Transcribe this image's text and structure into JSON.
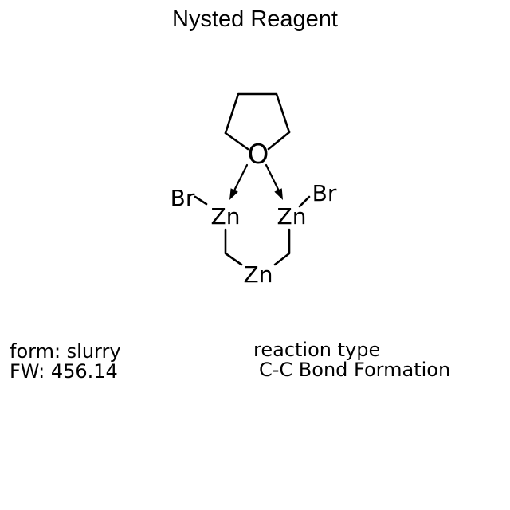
{
  "title": "Nysted Reagent",
  "molecule": {
    "atoms": {
      "oxygen": "O",
      "bromine_left": "Br",
      "zinc_left": "Zn",
      "zinc_right": "Zn",
      "bromine_right": "Br",
      "zinc_center": "Zn"
    }
  },
  "details": {
    "form": "form: slurry",
    "formula_weight": "FW: 456.14"
  },
  "reaction": {
    "label": "reaction type",
    "value": "C-C Bond Formation"
  },
  "colors": {
    "ink": "#000000",
    "background": "#ffffff"
  }
}
